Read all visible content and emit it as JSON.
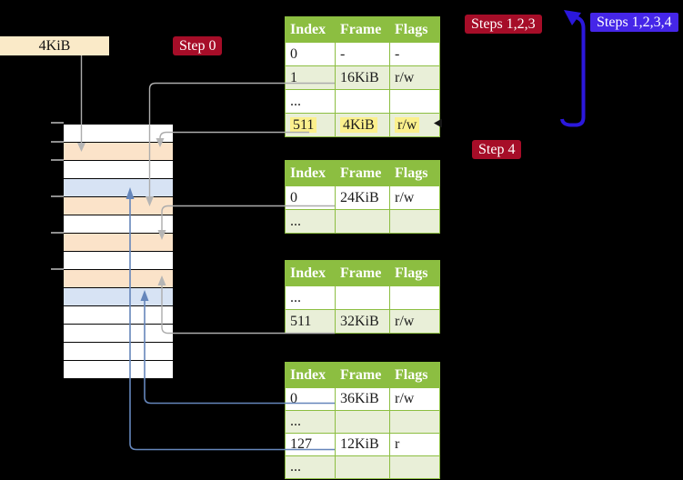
{
  "palette": {
    "accent_red": "#A60D28",
    "accent_blue": "#4526E8",
    "arrow_blue": "#2B18DC",
    "table_green": "#8CBE41",
    "row_green": "#E9EFD8",
    "frame_peach": "#FBE3C9",
    "frame_blue": "#D7E3F4",
    "highlight_yellow": "#FBF08D",
    "connector_gray": "#ACACAC",
    "connector_blue": "#6586BB",
    "box_wheat": "#FAEAC8"
  },
  "frame_box": {
    "label": "4KiB"
  },
  "badges": {
    "step0": "Step 0",
    "steps123": "Steps 1,2,3",
    "steps1234": "Steps 1,2,3,4",
    "step4": "Step 4"
  },
  "memory": {
    "rows": [
      {
        "fill": "white"
      },
      {
        "fill": "peach"
      },
      {
        "fill": "white"
      },
      {
        "fill": "blue"
      },
      {
        "fill": "peach"
      },
      {
        "fill": "white"
      },
      {
        "fill": "peach"
      },
      {
        "fill": "white"
      },
      {
        "fill": "peach"
      },
      {
        "fill": "blue"
      },
      {
        "fill": "white"
      },
      {
        "fill": "white"
      },
      {
        "fill": "white"
      },
      {
        "fill": "white"
      }
    ],
    "ticks_y": [
      134,
      155,
      175,
      215,
      255,
      295
    ]
  },
  "tables": [
    {
      "headers": [
        "Index",
        "Frame",
        "Flags"
      ],
      "rows": [
        {
          "cells": [
            "0",
            "-",
            "-"
          ]
        },
        {
          "cells": [
            "1",
            "16KiB",
            "r/w"
          ]
        },
        {
          "cells": [
            "...",
            "",
            ""
          ]
        },
        {
          "cells": [
            "511",
            "4KiB",
            "r/w"
          ]
        }
      ]
    },
    {
      "headers": [
        "Index",
        "Frame",
        "Flags"
      ],
      "rows": [
        {
          "cells": [
            "0",
            "24KiB",
            "r/w"
          ]
        },
        {
          "cells": [
            "...",
            "",
            ""
          ]
        }
      ]
    },
    {
      "headers": [
        "Index",
        "Frame",
        "Flags"
      ],
      "rows": [
        {
          "cells": [
            "...",
            "",
            ""
          ]
        },
        {
          "cells": [
            "511",
            "32KiB",
            "r/w"
          ]
        }
      ]
    },
    {
      "headers": [
        "Index",
        "Frame",
        "Flags"
      ],
      "rows": [
        {
          "cells": [
            "0",
            "36KiB",
            "r/w"
          ]
        },
        {
          "cells": [
            "...",
            "",
            ""
          ]
        },
        {
          "cells": [
            "127",
            "12KiB",
            "r"
          ]
        },
        {
          "cells": [
            "...",
            "",
            ""
          ]
        }
      ]
    }
  ]
}
